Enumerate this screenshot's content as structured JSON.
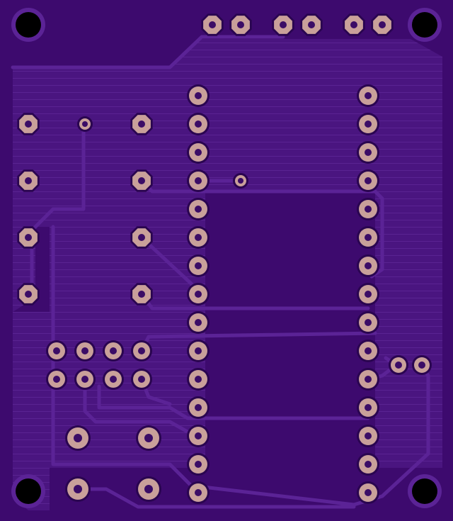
{
  "board": {
    "colors": {
      "substrate": "#3d0a6e",
      "copper_fill": "#4a1580",
      "hatch": "#5a2392",
      "trace": "#5b2396",
      "trace_edge": "#33065f",
      "pad": "#c9a09a",
      "pad_ring": "#2a0550",
      "drill": "#3b0c66",
      "mount_hole": "#000000"
    },
    "mount_hole_count": 4,
    "ic_socket_pins_per_side": 15,
    "header_pin_count": 6
  }
}
